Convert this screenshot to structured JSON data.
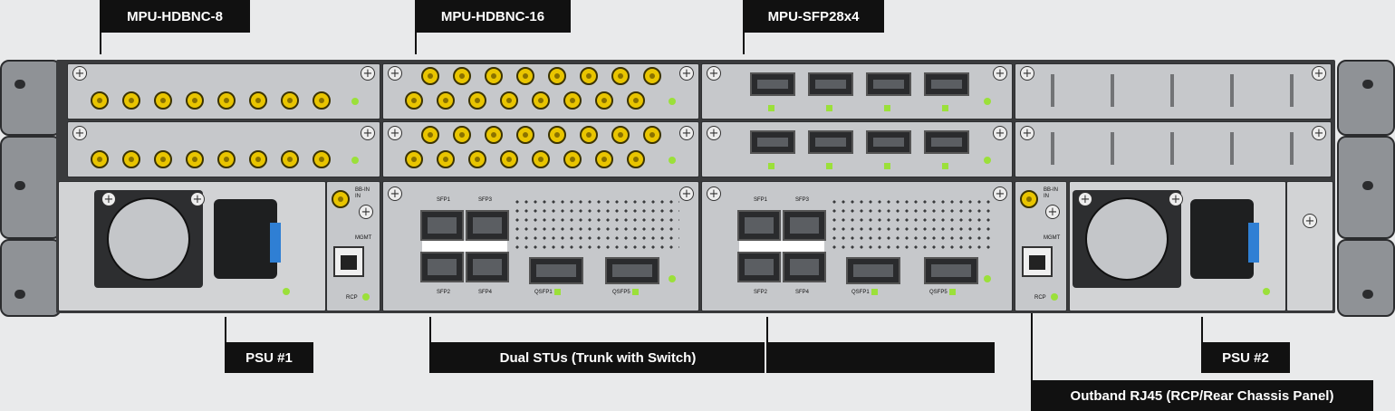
{
  "labels": {
    "mpu_hdbnc_8": "MPU-HDBNC-8",
    "mpu_hdbnc_16": "MPU-HDBNC-16",
    "mpu_sfp28x4": "MPU-SFP28x4",
    "psu1": "PSU #1",
    "dual_stus": "Dual STUs (Trunk with Switch)",
    "psu2": "PSU #2",
    "outband": "Outband RJ45 (RCP/Rear Chassis Panel)"
  },
  "silkscreen": {
    "bb_in": "BB-IN",
    "in": "IN",
    "mgmt": "MGMT",
    "rcp": "RCP",
    "sfp1": "SFP1",
    "sfp2": "SFP2",
    "sfp3": "SFP3",
    "sfp4": "SFP4",
    "qsfp1": "QSFP1",
    "qsfp5": "QSFP5"
  },
  "colors": {
    "bnc_gold": "#e9c500",
    "led_green": "#9be03a",
    "psu_tab_blue": "#2f7fd4",
    "label_bg": "#111111",
    "panel_grey": "#c6c8cb"
  },
  "icons": [
    "screw-icon",
    "bnc-connector-icon",
    "sfp-cage-icon",
    "rj45-port-icon",
    "fan-icon",
    "iec-power-inlet-icon",
    "status-led-icon"
  ]
}
